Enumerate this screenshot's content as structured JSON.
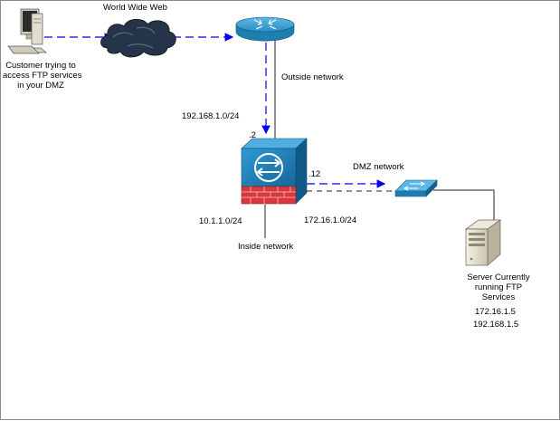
{
  "labels": {
    "www": "World Wide Web",
    "customer": [
      "Customer trying to",
      "access FTP services",
      "in your DMZ"
    ],
    "outside_network": "Outside network",
    "outside_subnet": "192.168.1.0/24",
    "outside_if": ".2",
    "dmz_if": ".12",
    "dmz_network": "DMZ network",
    "inside_subnet": "10.1.1.0/24",
    "dmz_subnet": "172.16.1.0/24",
    "inside_network": "Inside network",
    "server": [
      "Server Currently",
      "running FTP",
      "Services"
    ],
    "server_ip1": "172.16.1.5",
    "server_ip2": "192.168.1.5"
  },
  "colors": {
    "flow_arrow": "#0000ee",
    "router": "#2a8fc4",
    "firewall_face": "#1b7fb8",
    "firewall_brick": "#d9383f",
    "cloud": "#22303f"
  },
  "icons": [
    "pc-icon",
    "cloud-icon",
    "router-icon",
    "firewall-icon",
    "switch-icon",
    "server-icon"
  ]
}
